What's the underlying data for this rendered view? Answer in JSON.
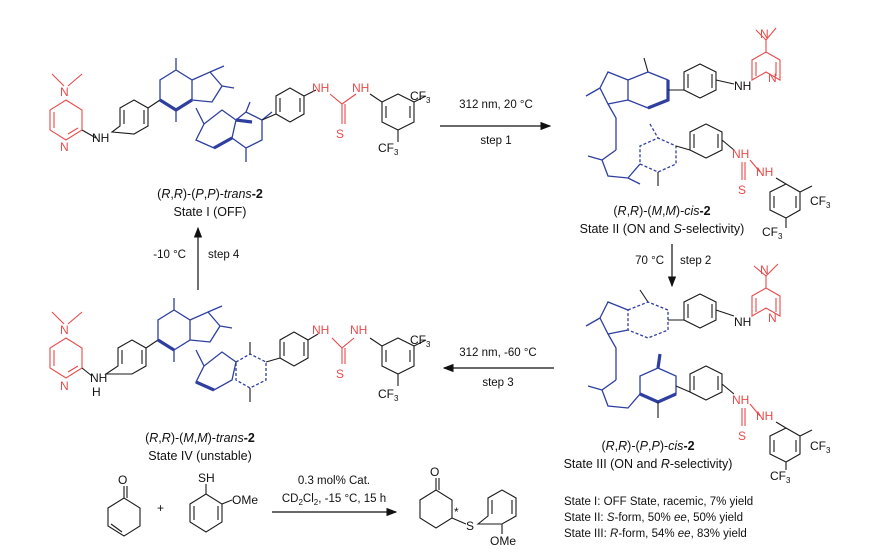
{
  "colors": {
    "pyridine": "#e84a4a",
    "thiourea": "#e84a4a",
    "motor_core": "#2e3fa0",
    "bonds": "#1a1a1a"
  },
  "states": [
    {
      "id": "I",
      "caption_prefix": "(",
      "caption_r1": "R",
      "caption_mid": ",",
      "caption_r2": "R",
      "caption_mid2": ")-(",
      "caption_p1": "P",
      "caption_mid3": ",",
      "caption_p2": "P",
      "caption_mid4": ")-",
      "caption_iso": "trans",
      "caption_num": "-2",
      "label": "State I (OFF)"
    },
    {
      "id": "II",
      "caption_prefix": "(",
      "caption_r1": "R",
      "caption_mid": ",",
      "caption_r2": "R",
      "caption_mid2": ")-(",
      "caption_p1": "M",
      "caption_mid3": ",",
      "caption_p2": "M",
      "caption_mid4": ")-",
      "caption_iso": "cis",
      "caption_num": "-2",
      "label_a": "State II (ON and ",
      "label_b": "S",
      "label_c": "-selectivity)"
    },
    {
      "id": "III",
      "caption_prefix": "(",
      "caption_r1": "R",
      "caption_mid": ",",
      "caption_r2": "R",
      "caption_mid2": ")-(",
      "caption_p1": "P",
      "caption_mid3": ",",
      "caption_p2": "P",
      "caption_mid4": ")-",
      "caption_iso": "cis",
      "caption_num": "-2",
      "label_a": "State III (ON and ",
      "label_b": "R",
      "label_c": "-selectivity)"
    },
    {
      "id": "IV",
      "caption_prefix": "(",
      "caption_r1": "R",
      "caption_mid": ",",
      "caption_r2": "R",
      "caption_mid2": ")-(",
      "caption_p1": "M",
      "caption_mid3": ",",
      "caption_p2": "M",
      "caption_mid4": ")-",
      "caption_iso": "trans",
      "caption_num": "-2",
      "label": "State IV (unstable)"
    }
  ],
  "steps": {
    "step1": {
      "condition": "312 nm, 20 °C",
      "label": "step 1"
    },
    "step2": {
      "condition": "70 °C",
      "label": "step 2"
    },
    "step3": {
      "condition": "312 nm, -60 °C",
      "label": "step 3"
    },
    "step4": {
      "condition": "-10 °C",
      "label": "step 4"
    }
  },
  "atoms": {
    "N": "N",
    "NH": "NH",
    "S": "S",
    "CF3": "CF",
    "three": "3",
    "SH": "SH",
    "OMe": "OMe",
    "O": "O",
    "star": "*"
  },
  "reaction": {
    "plus": "+",
    "catalyst": "0.3 mol% Cat.",
    "cond_a": "CD",
    "cond_b": "2",
    "cond_c": "Cl",
    "cond_d": "2",
    "cond_e": ", -15 °C, 15 h"
  },
  "results": [
    {
      "a": "State I: OFF State,  racemic, 7% yield"
    },
    {
      "a": "State II: ",
      "b": "S",
      "c": "-form, 50% ",
      "d": "ee",
      "e": ", 50% yield"
    },
    {
      "a": "State III: ",
      "b": "R",
      "c": "-form, 54% ",
      "d": "ee",
      "e": ", 83% yield"
    }
  ]
}
